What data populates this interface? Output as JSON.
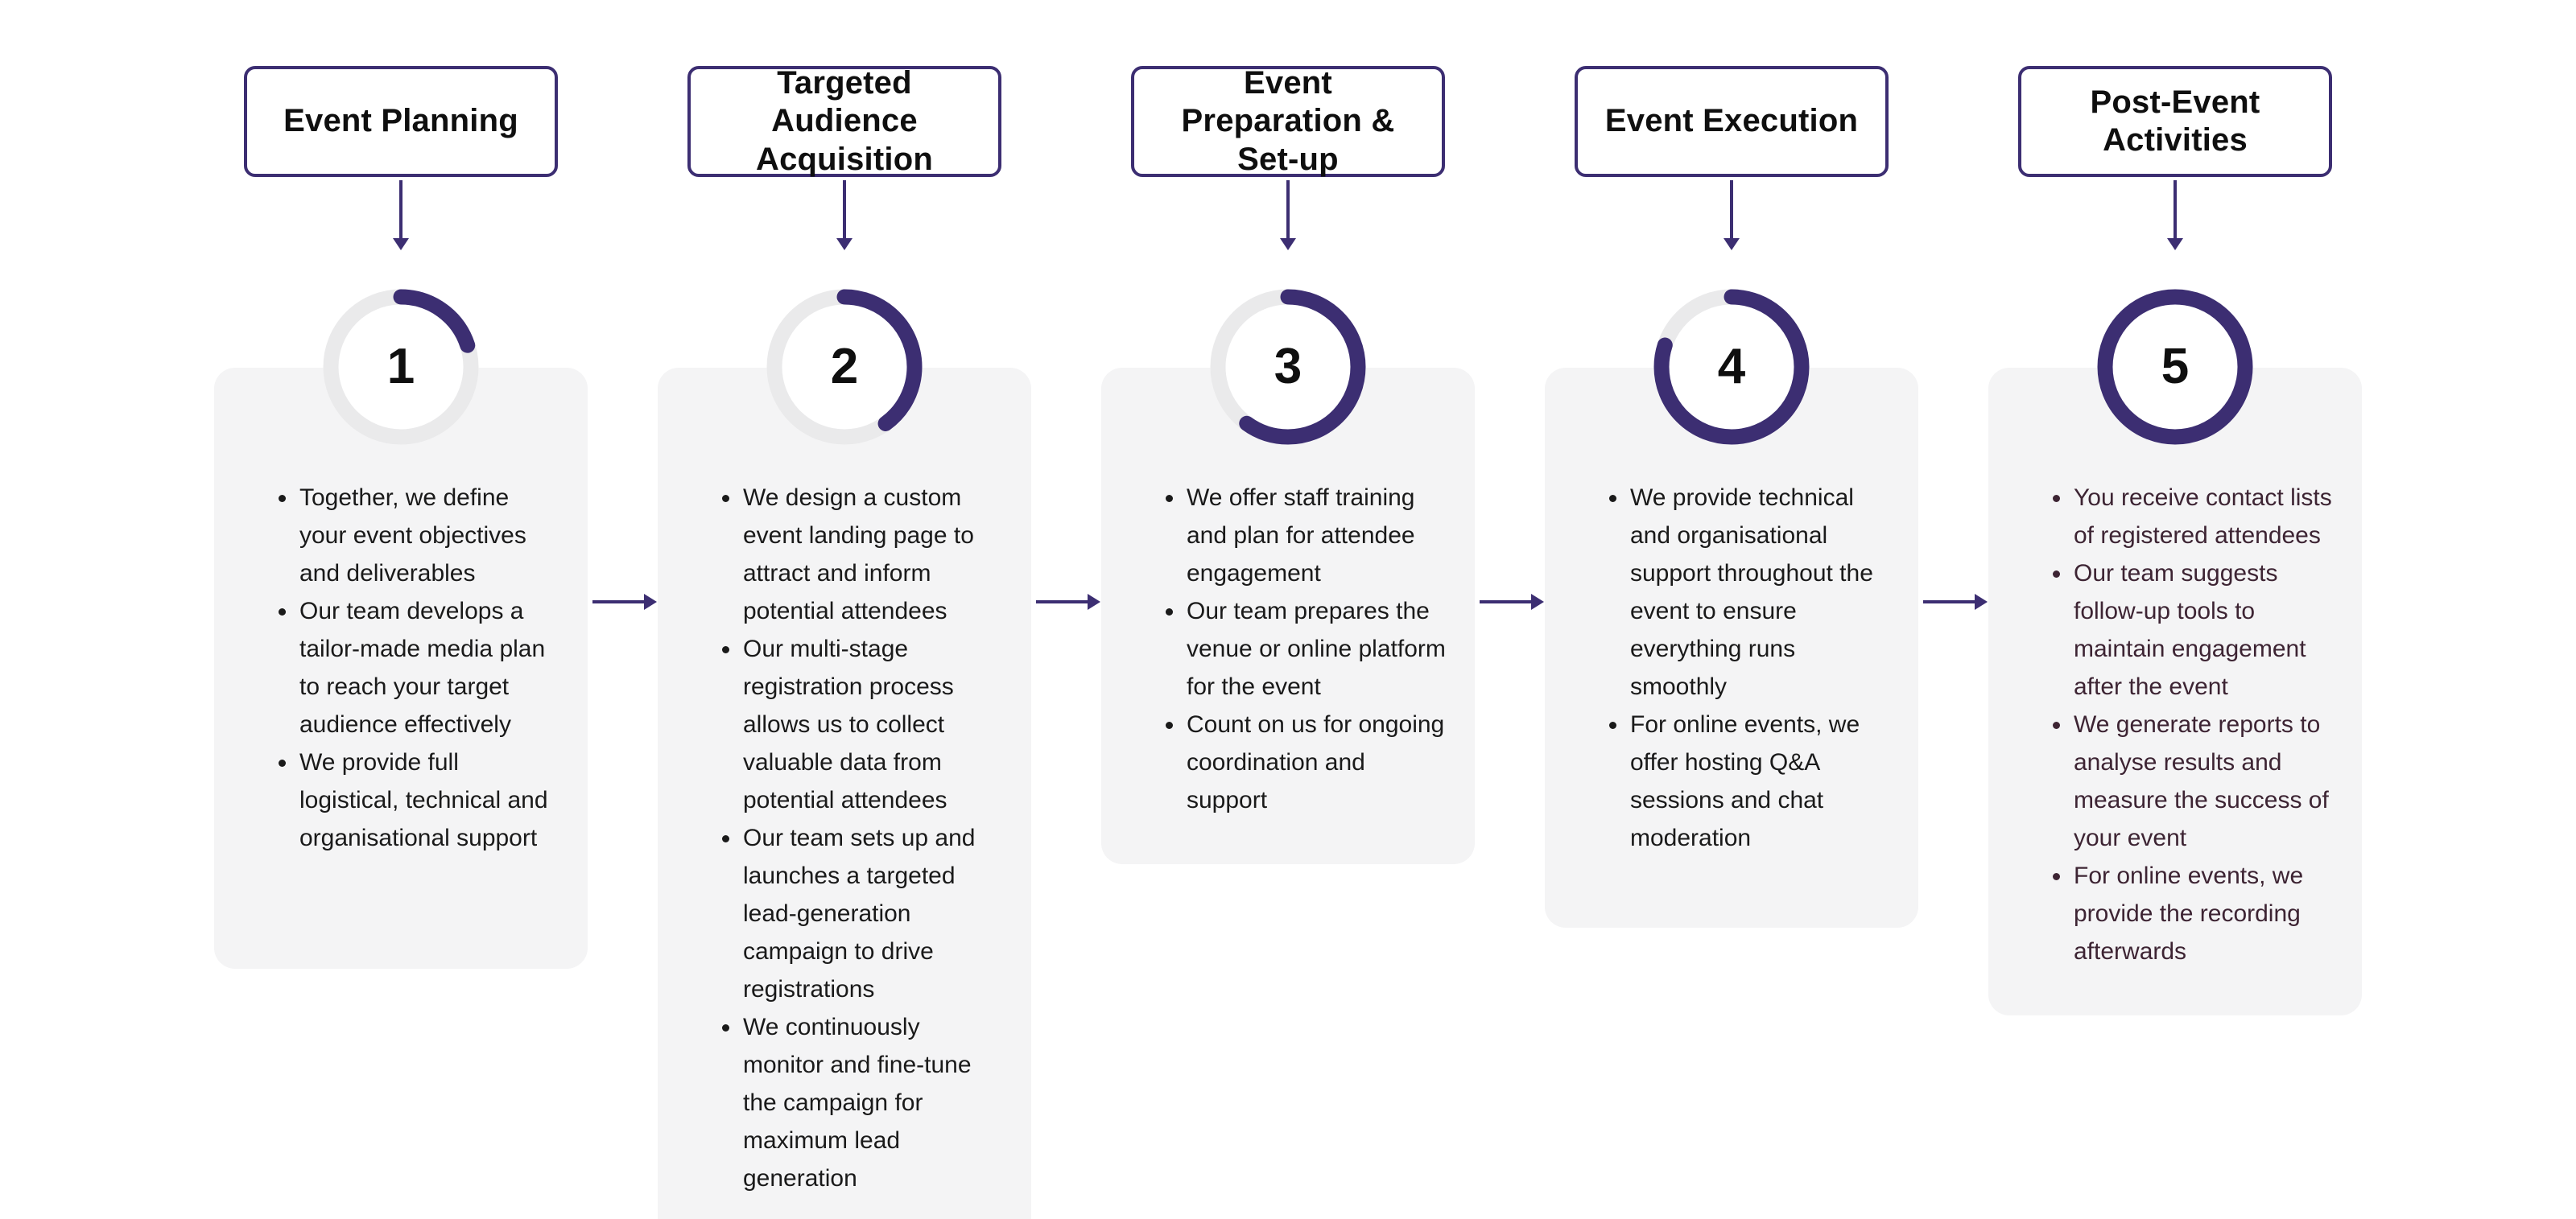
{
  "colors": {
    "accent": "#3C2E72",
    "card_background": "#F4F4F5",
    "ring_track": "#EAEAEB",
    "body_text": "#1A1A1A",
    "step5_text": "#3D2433",
    "title_text": "#0F0F0F",
    "page_background": "#FFFFFF"
  },
  "steps": [
    {
      "number": "1",
      "title": "Event Planning",
      "progress_pct": 20,
      "bullets": [
        "Together, we define your event objectives and deliverables",
        "Our team develops a tailor-made media plan to reach your target audience effectively",
        "We provide full logistical, technical and organisational support"
      ]
    },
    {
      "number": "2",
      "title": "Targeted\nAudience\nAcquisition",
      "progress_pct": 40,
      "bullets": [
        "We design a custom event landing page to attract and inform potential attendees",
        "Our multi-stage registration process allows us to collect valuable data from potential attendees",
        "Our team sets up and launches a targeted lead-generation campaign to drive registrations",
        "We continuously monitor and fine-tune the campaign for maximum lead generation"
      ]
    },
    {
      "number": "3",
      "title": "Event\nPreparation &\nSet-up",
      "progress_pct": 60,
      "bullets": [
        "We offer staff training and plan for attendee engagement",
        "Our team prepares the venue or online platform for the event",
        "Count on us for ongoing coordination and support"
      ]
    },
    {
      "number": "4",
      "title": "Event Execution",
      "progress_pct": 80,
      "bullets": [
        "We provide technical and organisational support throughout the event to ensure everything runs smoothly",
        "For online events, we offer hosting Q&A sessions and chat moderation"
      ]
    },
    {
      "number": "5",
      "title": "Post-Event\nActivities",
      "progress_pct": 100,
      "bullets": [
        "You receive contact lists of registered attendees",
        "Our team suggests follow-up tools to maintain engagement after the event",
        "We generate reports to analyse results and measure the success of your event",
        "For online events, we provide the recording afterwards"
      ]
    }
  ]
}
